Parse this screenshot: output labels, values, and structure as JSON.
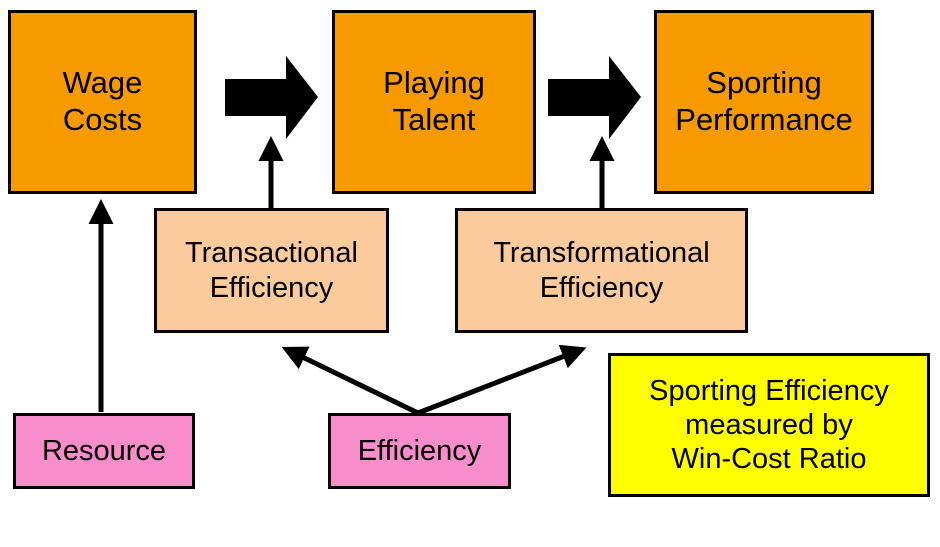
{
  "colors": {
    "stage_fill": "#f79a00",
    "efficiency_fill": "#fbcb9c",
    "input_fill": "#f78dcb",
    "note_fill": "#ffff00",
    "border": "#000000"
  },
  "stages": {
    "wage_costs": {
      "line1": "Wage",
      "line2": "Costs"
    },
    "playing_talent": {
      "line1": "Playing",
      "line2": "Talent"
    },
    "sporting_performance": {
      "line1": "Sporting",
      "line2": "Performance"
    }
  },
  "efficiencies": {
    "transactional": {
      "line1": "Transactional",
      "line2": "Efficiency"
    },
    "transformational": {
      "line1": "Transformational",
      "line2": "Efficiency"
    }
  },
  "inputs": {
    "resource": "Resource",
    "efficiency": "Efficiency"
  },
  "note": {
    "line1": "Sporting Efficiency",
    "line2": "measured by",
    "line3": "Win-Cost Ratio"
  }
}
